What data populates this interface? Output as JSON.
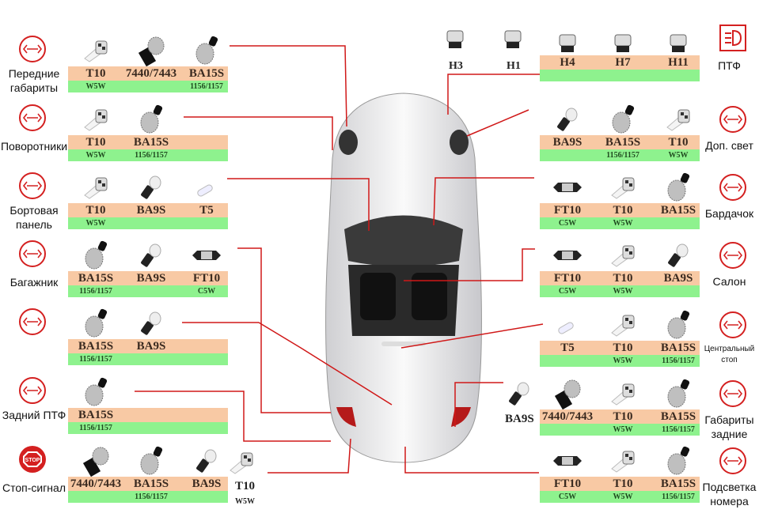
{
  "colors": {
    "accent": "#d42020",
    "orange_band": "#f8c9a4",
    "green_band": "#8ef28e"
  },
  "left": [
    {
      "label": "Передние габариты",
      "icon": "front-parking-light-icon",
      "bulbs": [
        {
          "type": "T10",
          "sub": "W5W"
        },
        {
          "type": "7440/7443",
          "sub": ""
        },
        {
          "type": "BA15S",
          "sub": "1156/1157"
        }
      ]
    },
    {
      "label": "Поворотники",
      "icon": "turn-signal-icon",
      "bulbs": [
        {
          "type": "T10",
          "sub": "W5W"
        },
        {
          "type": "BA15S",
          "sub": "1156/1157"
        }
      ]
    },
    {
      "label": "Бортовая панель",
      "icon": "dashboard-icon",
      "bulbs": [
        {
          "type": "T10",
          "sub": "W5W"
        },
        {
          "type": "BA9S",
          "sub": ""
        },
        {
          "type": "T5",
          "sub": ""
        }
      ]
    },
    {
      "label": "Багажник",
      "icon": "trunk-icon",
      "bulbs": [
        {
          "type": "BA15S",
          "sub": "1156/1157"
        },
        {
          "type": "BA9S",
          "sub": ""
        },
        {
          "type": "FT10",
          "sub": "C5W"
        }
      ]
    },
    {
      "label": "",
      "icon": "reverse-light-icon",
      "bulbs": [
        {
          "type": "BA15S",
          "sub": "1156/1157"
        },
        {
          "type": "BA9S",
          "sub": ""
        }
      ]
    },
    {
      "label": "Задний ПТФ",
      "icon": "rear-fog-light-icon",
      "bulbs": [
        {
          "type": "BA15S",
          "sub": "1156/1157"
        }
      ]
    },
    {
      "label": "Стоп-сигнал",
      "icon": "stop-icon",
      "icon_text": "STOP",
      "bulbs": [
        {
          "type": "7440/7443",
          "sub": ""
        },
        {
          "type": "BA15S",
          "sub": "1156/1157"
        },
        {
          "type": "BA9S",
          "sub": ""
        }
      ],
      "extra": {
        "type": "T10",
        "sub": "W5W"
      }
    }
  ],
  "right": [
    {
      "label": "ПТФ",
      "icon": "fog-light-icon",
      "bulbs": [
        {
          "type": "H4",
          "sub": ""
        },
        {
          "type": "H7",
          "sub": ""
        },
        {
          "type": "H11",
          "sub": ""
        }
      ],
      "extras": [
        {
          "type": "H3"
        },
        {
          "type": "H1"
        }
      ]
    },
    {
      "label": "Доп. свет",
      "icon": "extra-light-icon",
      "bulbs": [
        {
          "type": "BA9S",
          "sub": ""
        },
        {
          "type": "BA15S",
          "sub": "1156/1157"
        },
        {
          "type": "T10",
          "sub": "W5W"
        }
      ]
    },
    {
      "label": "Бардачок",
      "icon": "glovebox-icon",
      "bulbs": [
        {
          "type": "FT10",
          "sub": "C5W"
        },
        {
          "type": "T10",
          "sub": "W5W"
        },
        {
          "type": "BA15S",
          "sub": ""
        }
      ]
    },
    {
      "label": "Салон",
      "icon": "interior-light-icon",
      "bulbs": [
        {
          "type": "FT10",
          "sub": "C5W"
        },
        {
          "type": "T10",
          "sub": "W5W"
        },
        {
          "type": "BA9S",
          "sub": ""
        }
      ]
    },
    {
      "label": "Центральный стоп",
      "icon": "center-brake-light-icon",
      "bulbs": [
        {
          "type": "T5",
          "sub": ""
        },
        {
          "type": "T10",
          "sub": "W5W"
        },
        {
          "type": "BA15S",
          "sub": "1156/1157"
        }
      ]
    },
    {
      "label": "Габариты задние",
      "icon": "rear-parking-light-icon",
      "bulbs": [
        {
          "type": "7440/7443",
          "sub": ""
        },
        {
          "type": "T10",
          "sub": "W5W"
        },
        {
          "type": "BA15S",
          "sub": "1156/1157"
        }
      ],
      "extra": {
        "type": "BA9S"
      }
    },
    {
      "label": "Подсветка номера",
      "icon": "license-plate-light-icon",
      "bulbs": [
        {
          "type": "FT10",
          "sub": "C5W"
        },
        {
          "type": "T10",
          "sub": "W5W"
        },
        {
          "type": "BA15S",
          "sub": "1156/1157"
        }
      ]
    }
  ]
}
